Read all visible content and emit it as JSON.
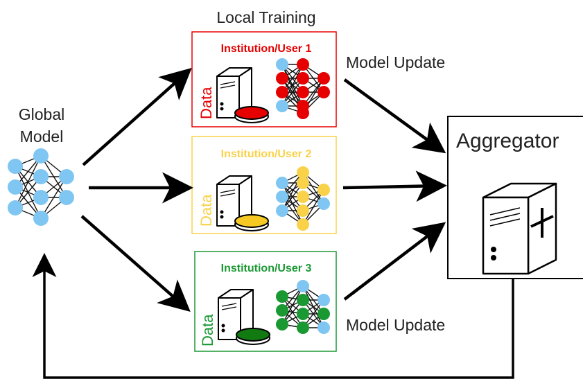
{
  "labels": {
    "local_training": "Local Training",
    "global_model": [
      "Global",
      "Model"
    ],
    "model_update_top": "Model Update",
    "model_update_bottom": "Model Update",
    "aggregator": "Aggregator"
  },
  "institutions": [
    {
      "title": "Institution/User 1",
      "data_label": "Data",
      "color": "#e60000",
      "disk_color": "#e60000",
      "input_color": "#7fc6f2"
    },
    {
      "title": "Institution/User 2",
      "data_label": "Data",
      "color": "#f9d24a",
      "disk_color": "#f5c824",
      "input_color": "#7fc6f2"
    },
    {
      "title": "Institution/User 3",
      "data_label": "Data",
      "color": "#1a9933",
      "disk_color": "#117a11",
      "input_color": "#7fc6f2"
    }
  ],
  "colors": {
    "global_nodes": "#7fc6f2",
    "arrows": "#000000",
    "aggregator_border": "#000000"
  },
  "icons": {
    "server": "server-icon",
    "network": "neural-network-icon",
    "aggregator_server": "server-plus-icon"
  }
}
